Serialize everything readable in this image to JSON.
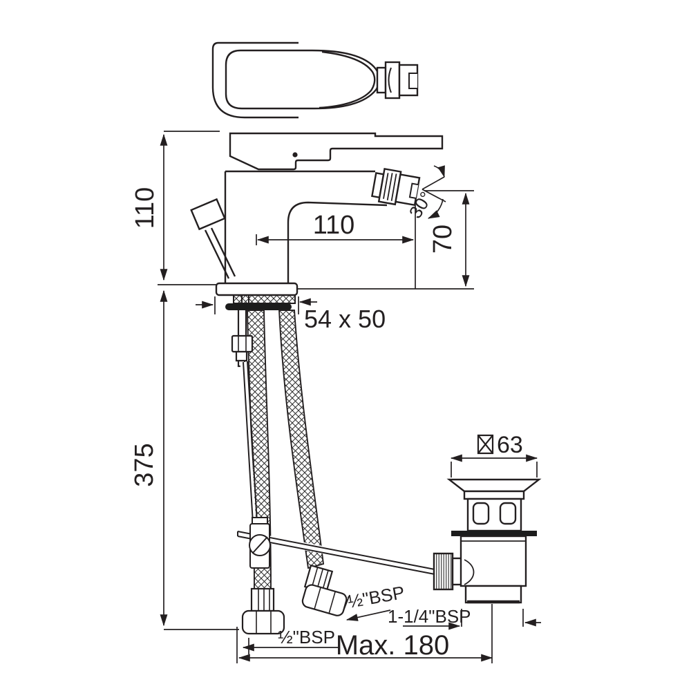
{
  "meta": {
    "subject": "single-lever bidet mixer technical line drawing with supply hoses and pop-up waste",
    "background": "#ffffff",
    "line_color": "#231f20"
  },
  "labels": {
    "height_110": "110",
    "reach_110": "110",
    "tip_height_70": "70",
    "spray_angle_30": "30°",
    "base_54x50": "54 x 50",
    "hose_drop_375": "375",
    "waste_63": "63",
    "bsp_half_upper": "½\"BSP",
    "bsp_half_lower": "½\"BSP",
    "bsp_one_quarter": "1-1/4\"BSP",
    "max_180": "Max. 180"
  }
}
